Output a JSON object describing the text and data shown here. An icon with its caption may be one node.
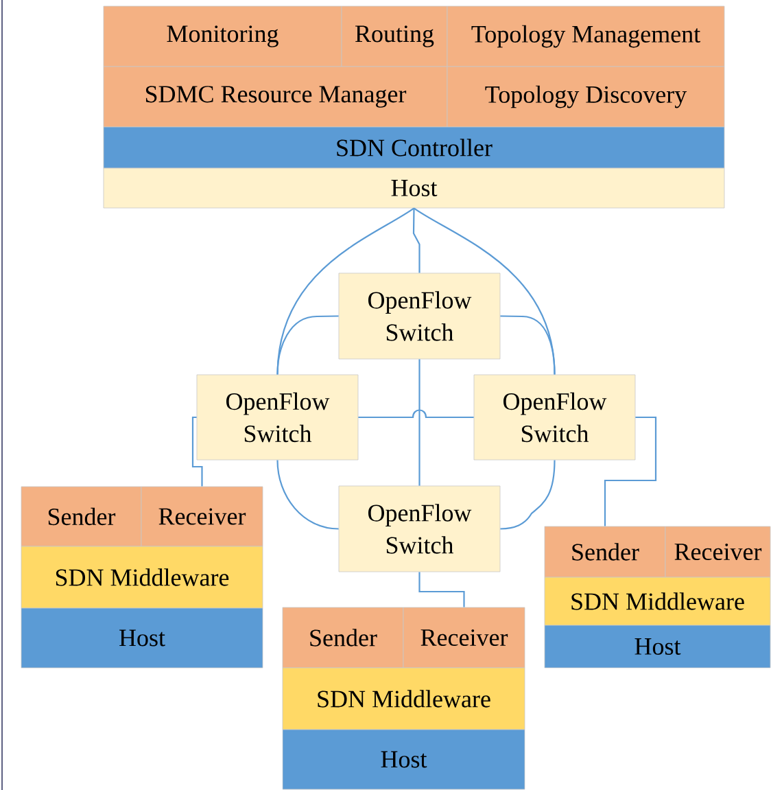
{
  "diagram": {
    "nodes": [
      {
        "text": [
          "Monitoring"
        ]
      },
      {
        "text": [
          "Routing"
        ]
      },
      {
        "text": [
          "Topology Management"
        ]
      },
      {
        "text": [
          "SDMC Resource Manager"
        ]
      },
      {
        "text": [
          "Topology Discovery"
        ]
      },
      {
        "text": [
          "SDN Controller"
        ]
      },
      {
        "text": [
          "Host"
        ]
      },
      {
        "text": [
          "OpenFlow Switch"
        ]
      },
      {
        "text": [
          "OpenFlow Switch"
        ]
      },
      {
        "text": [
          "OpenFlow Switch"
        ]
      },
      {
        "text": [
          "OpenFlow Switch"
        ]
      },
      {
        "text": [
          "Sender"
        ]
      },
      {
        "text": [
          "Receiver"
        ]
      },
      {
        "text": [
          "SDN Middleware"
        ]
      },
      {
        "text": [
          "Host"
        ]
      },
      {
        "text": [
          "Sender"
        ]
      },
      {
        "text": [
          "Receiver"
        ]
      },
      {
        "text": [
          "SDN Middleware"
        ]
      },
      {
        "text": [
          "Host"
        ]
      },
      {
        "text": [
          "Sender"
        ]
      },
      {
        "text": [
          "Receiver"
        ]
      },
      {
        "text": [
          "SDN Middleware"
        ]
      },
      {
        "text": [
          "Host"
        ]
      }
    ],
    "edges": [
      {
        "from": 6,
        "to": 7,
        "arrow": "none"
      },
      {
        "from": 6,
        "to": 8,
        "arrow": "none"
      },
      {
        "from": 6,
        "to": 9,
        "arrow": "none"
      },
      {
        "from": 7,
        "to": 8,
        "arrow": "none"
      },
      {
        "from": 7,
        "to": 9,
        "arrow": "none"
      },
      {
        "from": 8,
        "to": 9,
        "arrow": "none"
      },
      {
        "from": 7,
        "to": 10,
        "arrow": "none"
      },
      {
        "from": 8,
        "to": 10,
        "arrow": "none"
      },
      {
        "from": 9,
        "to": 10,
        "arrow": "none"
      },
      {
        "from": 8,
        "to": 12,
        "arrow": "none"
      },
      {
        "from": 10,
        "to": 16,
        "arrow": "none"
      },
      {
        "from": 9,
        "to": 19,
        "arrow": "none"
      }
    ]
  }
}
